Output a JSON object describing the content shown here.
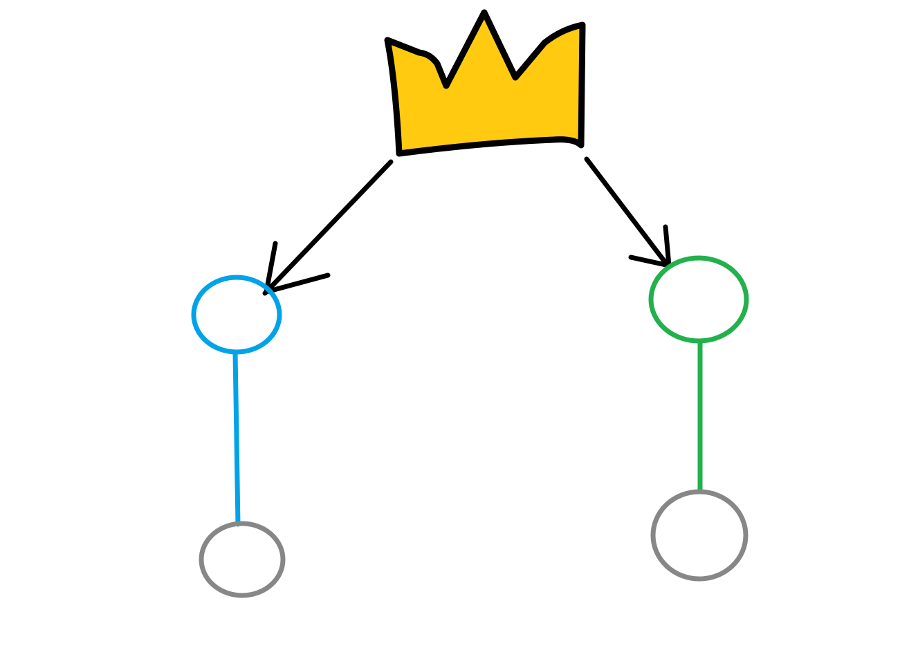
{
  "diagram": {
    "root": {
      "icon": "crown-icon",
      "fill_color": "#FFCA0F",
      "stroke_color": "#000000"
    },
    "arrows": [
      {
        "from": "crown",
        "to": "left-node",
        "color": "#000000"
      },
      {
        "from": "crown",
        "to": "right-node",
        "color": "#000000"
      }
    ],
    "branches": [
      {
        "name": "left",
        "top_node_color": "#00A2E8",
        "connector_color": "#00A2E8",
        "bottom_node_color": "#878787"
      },
      {
        "name": "right",
        "top_node_color": "#22B14C",
        "connector_color": "#22B14C",
        "bottom_node_color": "#878787"
      }
    ]
  }
}
